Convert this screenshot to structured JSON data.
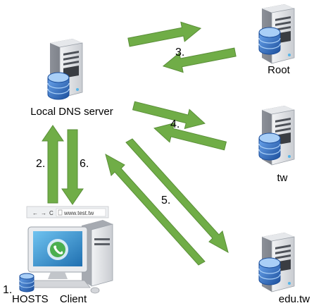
{
  "nodes": {
    "local_dns": "Local DNS server",
    "root": "Root",
    "tw": "tw",
    "edu_tw": "edu.tw",
    "client": "Client",
    "hosts": "HOSTS"
  },
  "steps": {
    "s1": "1.",
    "s2": "2.",
    "s3": "3.",
    "s4": "4.",
    "s5": "5.",
    "s6": "6."
  },
  "browser": {
    "url": "www.test.tw"
  },
  "colors": {
    "arrow": "#70ad47",
    "arrow_edge": "#5a8f38",
    "server_body": "#d9dadd",
    "db_blue": "#2e6fc4"
  }
}
